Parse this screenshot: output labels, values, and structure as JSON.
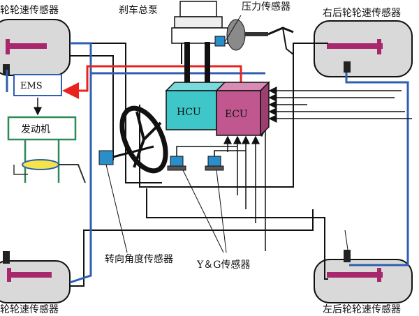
{
  "labels": {
    "wheel_front_left_top": "轮轮速传感器",
    "master_cylinder": "刹车总泵",
    "pressure_sensor": "压力传感器",
    "wheel_rear_right": "右后轮轮速传感器",
    "ems": "EMS",
    "engine": "发动机",
    "hcu": "HCU",
    "ecu": "ECU",
    "steering_angle_sensor": "转向角度传感器",
    "yg_sensor": "Y＆G传感器",
    "wheel_rear_left": "左后轮轮速传感器",
    "wheel_front_left_bottom": "轮轮速传感器"
  },
  "colors": {
    "hydraulic_line": "#e8231f",
    "signal_line": "#2e5fb0",
    "hcu_fill": "#3fc6c8",
    "ecu_fill": "#c0578e",
    "sensor_fill": "#2a8fc9",
    "wheel_fill": "#d9d9d9",
    "engine_border": "#2e8b57",
    "brake_disc": "#a8286e"
  }
}
